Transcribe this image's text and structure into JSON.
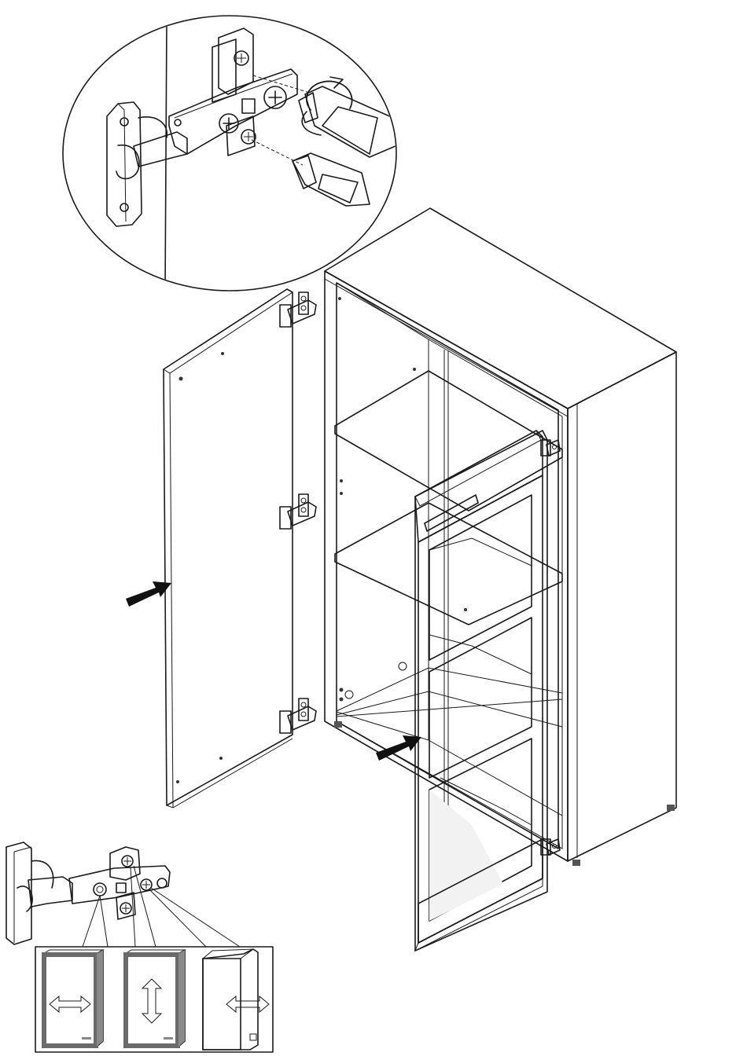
{
  "diagram": {
    "kind": "assembly-instruction",
    "step": "mount-doors-and-adjust-hinges",
    "colors": {
      "cabinet_front": "#a8a8a8",
      "cabinet_side": "#9b9b9b",
      "cabinet_top": "#b4b4b4",
      "door_panel": "#c8c8c8",
      "glass_frame": "#1e1e1e",
      "shadow_grey": "#5f5f5f",
      "outline": "#1a1a1a",
      "hinge_metal": "#e8e8e8"
    },
    "icons": [
      "screwdriver-icon",
      "rotate-arrow-icon",
      "insert-arrow-icon",
      "adjust-horizontal-icon",
      "adjust-vertical-icon",
      "adjust-depth-icon"
    ],
    "adjustments": [
      "horizontal",
      "vertical",
      "depth"
    ],
    "hinges_per_solid_door": 3,
    "hinges_per_glass_door": 2
  }
}
